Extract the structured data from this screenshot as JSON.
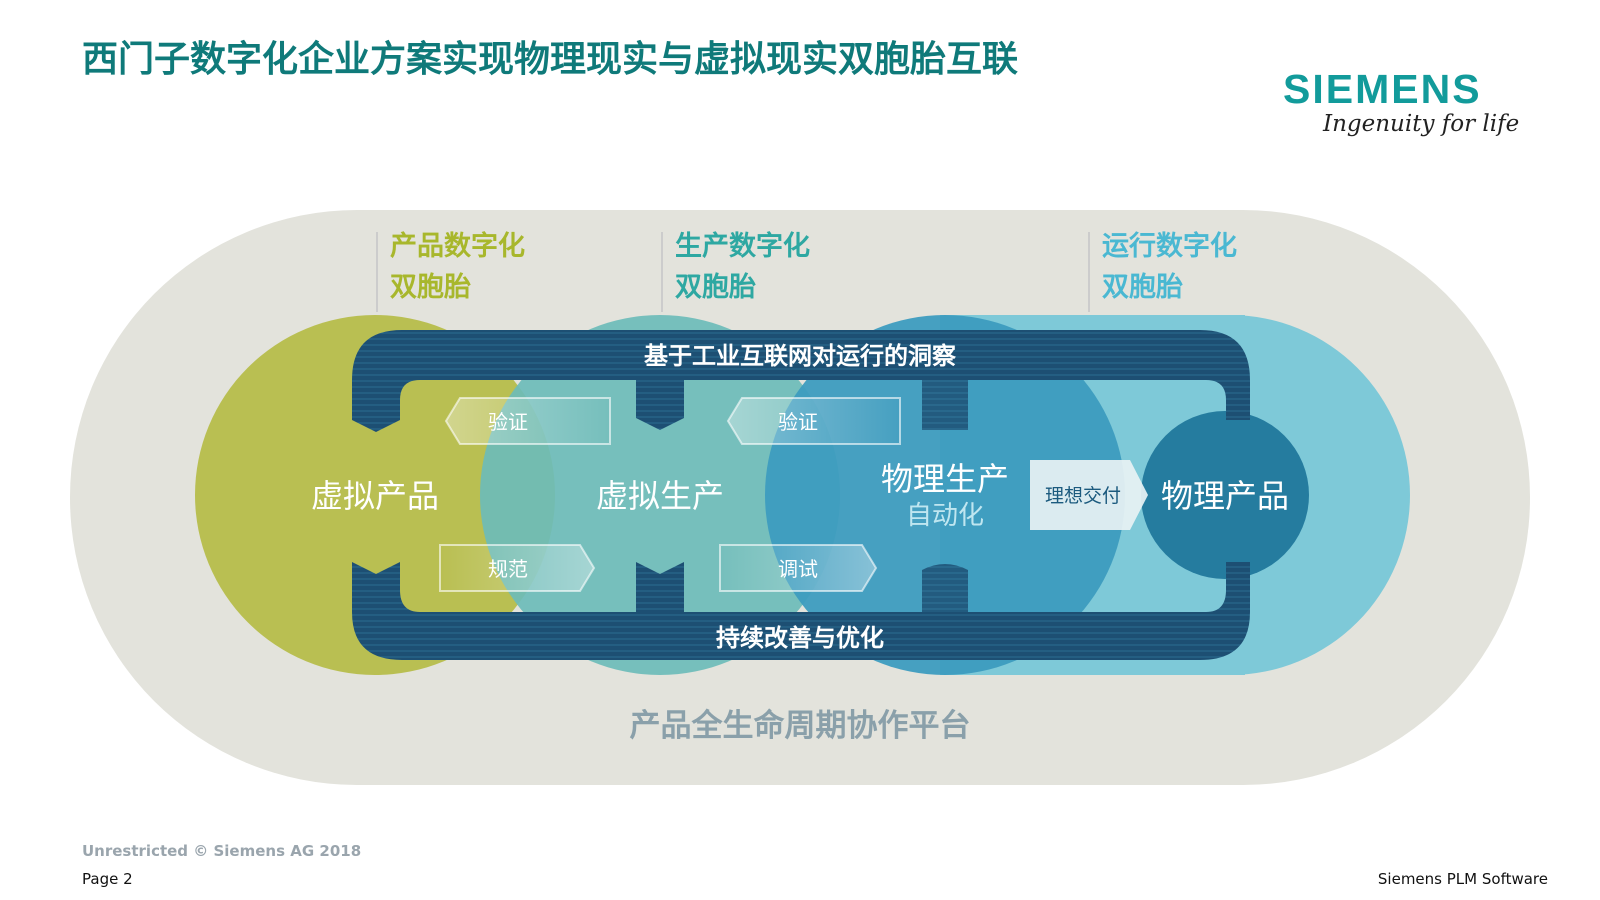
{
  "title": "西门子数字化企业方案实现物理现实与虚拟现实双胞胎互联",
  "logo": {
    "wordmark": "SIEMENS",
    "tagline": "Ingenuity for life"
  },
  "stages": [
    {
      "line1": "产品数字化",
      "line2": "双胞胎",
      "color": "#a8b72c"
    },
    {
      "line1": "生产数字化",
      "line2": "双胞胎",
      "color": "#2ea8a2"
    },
    {
      "line1": "运行数字化",
      "line2": "双胞胎",
      "color": "#4ab8d2"
    }
  ],
  "circles": {
    "virtual_product": "虚拟产品",
    "virtual_production": "虚拟生产",
    "physical_production": "物理生产",
    "physical_production_sub": "自动化",
    "physical_product": "物理产品"
  },
  "loop": {
    "top_label": "基于工业互联网对运行的洞察",
    "bottom_label": "持续改善与优化"
  },
  "arrows": {
    "verify_1": "验证",
    "verify_2": "验证",
    "spec": "规范",
    "debug": "调试",
    "delivery": "理想交付"
  },
  "platform_label": "产品全生命周期协作平台",
  "colors": {
    "title": "#0f7a7a",
    "platform_bg": "#e3e3dc",
    "olive": "#b9bf52",
    "teal": "#6dbcb9",
    "blue": "#3d9cbf",
    "light_blue": "#7ec9d8",
    "dark_blue": "#1b5a7e",
    "loop": "#1d4f73"
  },
  "footer": {
    "classification": "Unrestricted © Siemens AG 2018",
    "page": "Page 2",
    "company": "Siemens PLM Software"
  }
}
